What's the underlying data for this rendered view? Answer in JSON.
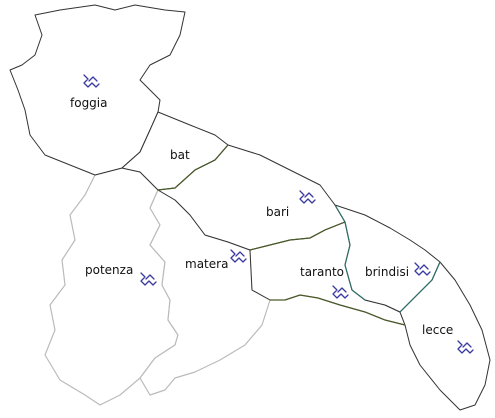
{
  "map": {
    "provinces": [
      {
        "id": "foggia",
        "label": "foggia",
        "icon": "weather-symbol-icon"
      },
      {
        "id": "bat",
        "label": "bat",
        "icon": ""
      },
      {
        "id": "bari",
        "label": "bari",
        "icon": "weather-symbol-icon"
      },
      {
        "id": "potenza",
        "label": "potenza",
        "icon": "weather-symbol-icon"
      },
      {
        "id": "matera",
        "label": "matera",
        "icon": "weather-symbol-icon"
      },
      {
        "id": "taranto",
        "label": "taranto",
        "icon": "weather-symbol-icon"
      },
      {
        "id": "brindisi",
        "label": "brindisi",
        "icon": "weather-symbol-icon"
      },
      {
        "id": "lecce",
        "label": "lecce",
        "icon": "weather-symbol-icon"
      }
    ],
    "colors": {
      "puglia_border": "#333333",
      "basilicata_border": "#bbbbbb",
      "symbol": "#3a3aa0"
    }
  }
}
